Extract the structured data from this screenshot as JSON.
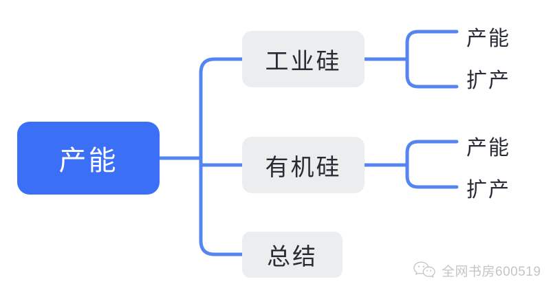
{
  "diagram": {
    "type": "mind-map",
    "orientation": "left-to-right",
    "background_color": "#ffffff",
    "connector_color": "#5585f0",
    "root": {
      "label": "产能",
      "fill_color": "#3b6ff5",
      "text_color": "#ffffff"
    },
    "branch_style": {
      "fill_color": "#ecedef",
      "text_color": "#272b33"
    },
    "branches": [
      {
        "label": "工业硅",
        "children": [
          {
            "label": "产能"
          },
          {
            "label": "扩产"
          }
        ]
      },
      {
        "label": "有机硅",
        "children": [
          {
            "label": "产能"
          },
          {
            "label": "扩产"
          }
        ]
      },
      {
        "label": "总结",
        "children": []
      }
    ]
  },
  "watermark": {
    "icon": "wechat-icon",
    "text": "全网书房600519"
  }
}
